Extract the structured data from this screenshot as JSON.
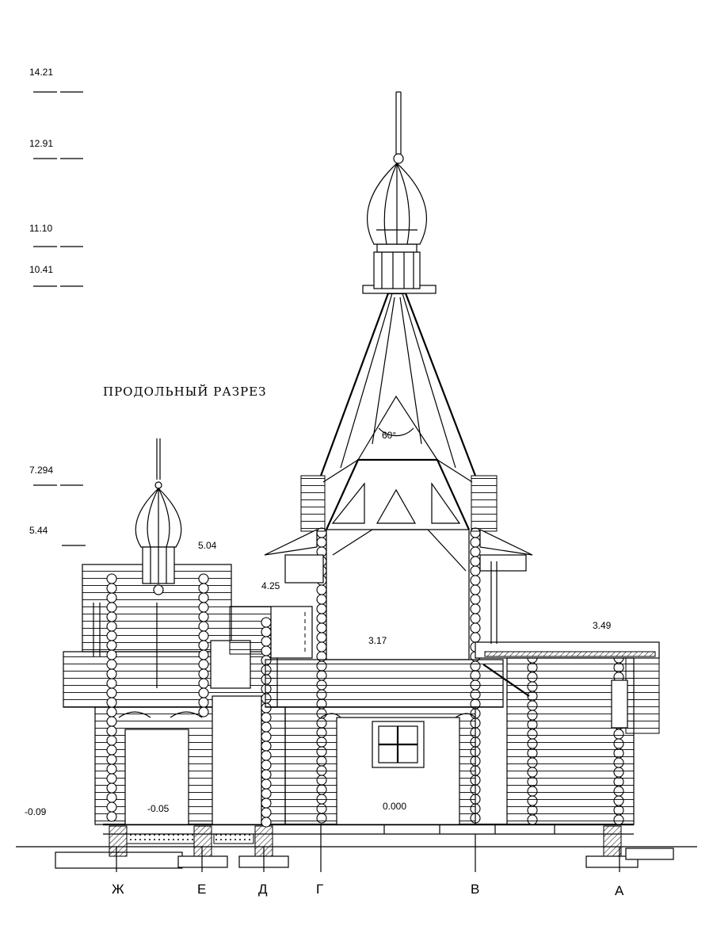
{
  "title": "ПРОДОЛЬНЫЙ РАЗРЕЗ",
  "level_marks": [
    "14.21",
    "12.91",
    "11.10",
    "10.41",
    "7.294",
    "5.44",
    "-0.09"
  ],
  "inner_marks": [
    "5.04",
    "4.25",
    "3.17",
    "3.49",
    "-0.05",
    "0.000"
  ],
  "angle_label": "60°",
  "axes": [
    "Ж",
    "Е",
    "Д",
    "Г",
    "В",
    "А"
  ]
}
